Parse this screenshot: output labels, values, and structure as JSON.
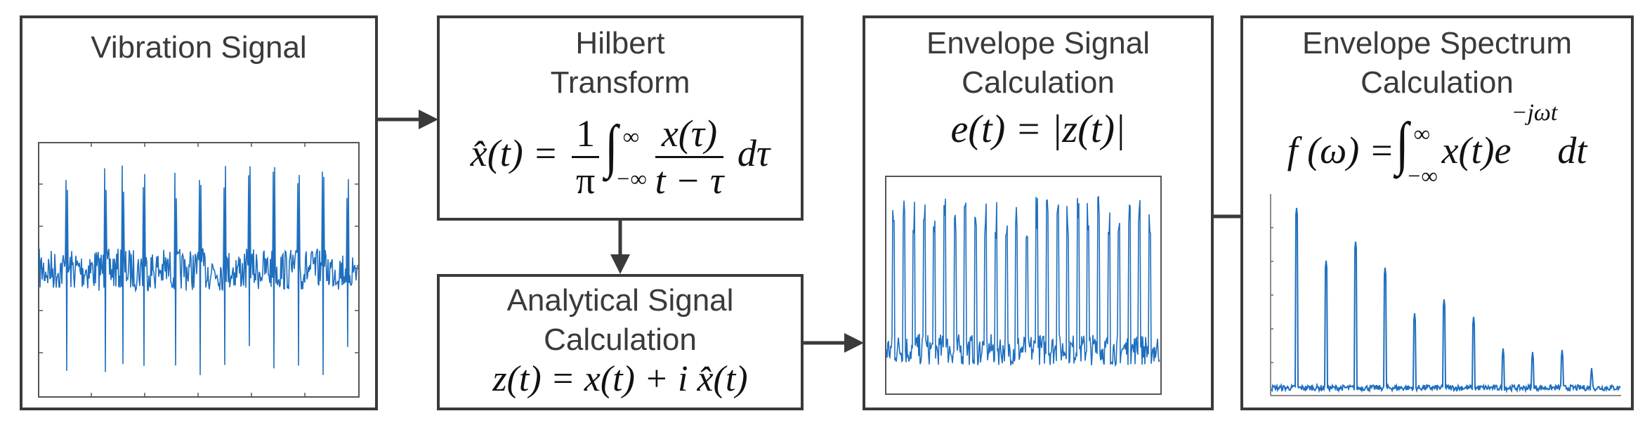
{
  "colors": {
    "border": "#3a3a3a",
    "signal": "#1f6fbf",
    "arrow": "#3a3a3a"
  },
  "vibration": {
    "title": "Vibration Signal"
  },
  "hilbert": {
    "title": "Hilbert\nTransform",
    "formula": {
      "lhs": "x̂(t) =",
      "num_left": "1",
      "den_left": "π",
      "upper": "∞",
      "lower": "−∞",
      "num": "x(τ)",
      "den": "t − τ",
      "tail": "dτ"
    }
  },
  "analytical": {
    "title": "Analytical Signal\nCalculation",
    "formula": "z(t) = x(t) + i x̂(t)"
  },
  "envelope": {
    "title": "Envelope Signal\nCalculation",
    "formula": "e(t) = |z(t)|"
  },
  "spectrum": {
    "title": "Envelope Spectrum\nCalculation",
    "formula": {
      "lhs": "f (ω) =",
      "upper": "∞",
      "lower": "−∞",
      "body": "x(t)e",
      "exp": "−jωt",
      "tail": "dt"
    }
  }
}
